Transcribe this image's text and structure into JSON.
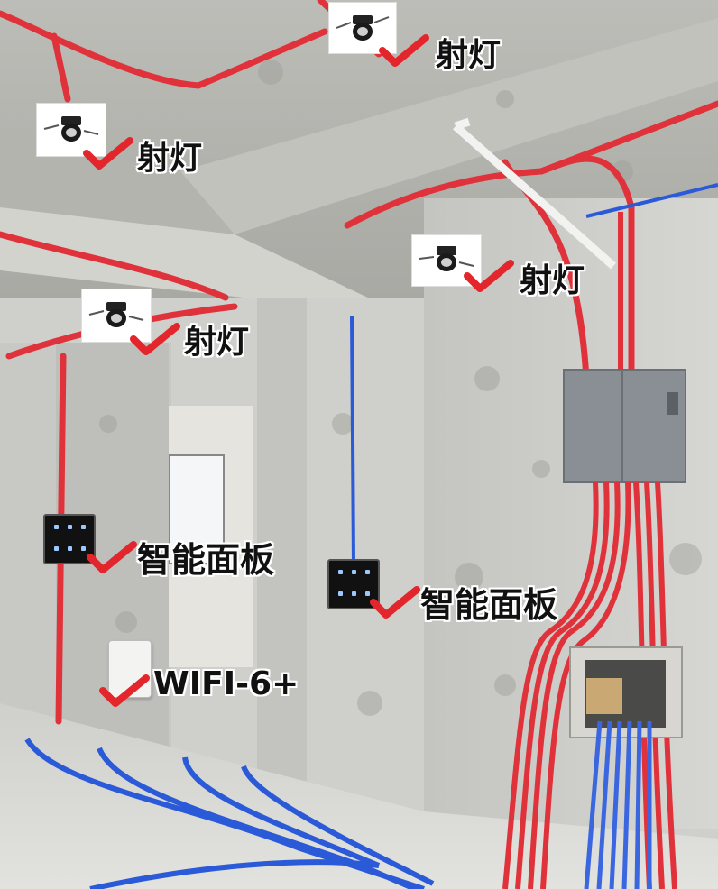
{
  "annotations": {
    "spotlight_1": "射灯",
    "spotlight_2": "射灯",
    "spotlight_3": "射灯",
    "spotlight_4": "射灯",
    "smart_panel_1": "智能面板",
    "smart_panel_2": "智能面板",
    "wifi": "WIFI-6+"
  },
  "colors": {
    "conduit_red": "#e0323a",
    "conduit_blue": "#2a5ad8",
    "concrete": "#c9c9c5",
    "check_red": "#e3262b",
    "panel_dark": "#111111"
  },
  "icons": [
    "spotlight-icon",
    "check-icon",
    "smart-panel-icon",
    "wifi-router-icon"
  ]
}
